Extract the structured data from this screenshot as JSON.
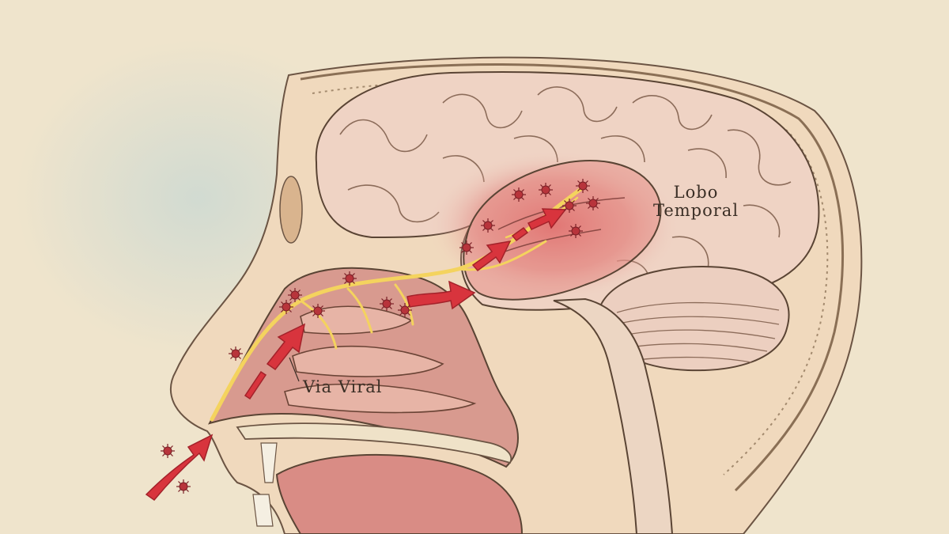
{
  "labels": {
    "temporal_lobe_line1": "Lobo",
    "temporal_lobe_line2": "Temporal",
    "viral_route": "Via Viral"
  },
  "icons": [
    "virus-icon",
    "arrow-icon",
    "olfactory-nerve"
  ],
  "colors": {
    "paper": "#efe4cc",
    "skin": "#f0d9bd",
    "brain": "#efd3c4",
    "inflamed": "#d9434a",
    "nasal_tissue": "#d89a8f",
    "nerve": "#f4d35e",
    "arrow": "#d8343d",
    "virus": "#b8343b",
    "ink": "#5a4434"
  }
}
